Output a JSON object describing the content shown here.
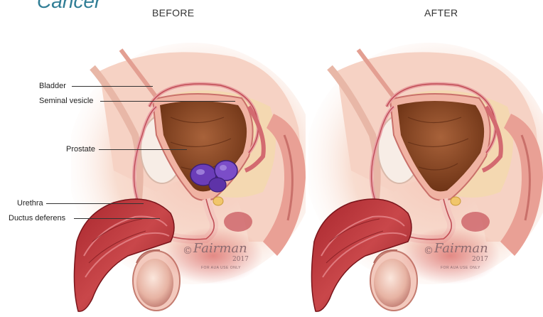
{
  "header": {
    "title": "Cancer",
    "captions": {
      "before": "BEFORE",
      "after": "AFTER"
    }
  },
  "labels": {
    "bladder": "Bladder",
    "seminal_vesicle": "Seminal vesicle",
    "prostate": "Prostate",
    "urethra": "Urethra",
    "ductus_deferens": "Ductus deferens"
  },
  "signature": {
    "name": "Fairman",
    "year": "2017",
    "copyright": "©",
    "note": "FOR AUA USE ONLY"
  },
  "colors": {
    "caption_title": "#2f7d95",
    "prostate": "#6b3db8",
    "tissue": "#e9a89a",
    "muscle": "#b63a3e",
    "bladder_wall": "#8a4a22",
    "fat": "#f2d6a8"
  }
}
